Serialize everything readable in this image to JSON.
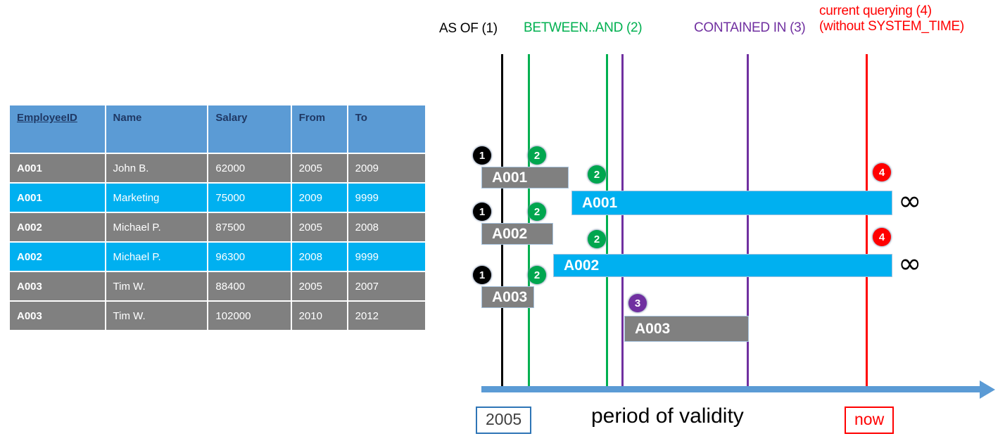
{
  "table": {
    "headers": [
      "EmployeeID",
      "Name",
      "Salary",
      "From",
      "To"
    ],
    "rows": [
      {
        "style": "gray",
        "EmployeeID": "A001",
        "Name": "John  B.",
        "Salary": "62000",
        "From": "2005",
        "To": "2009"
      },
      {
        "style": "cyan",
        "EmployeeID": "A001",
        "Name": "Marketing",
        "Salary": "75000",
        "From": "2009",
        "To": "9999"
      },
      {
        "style": "gray",
        "EmployeeID": "A002",
        "Name": "Michael P.",
        "Salary": "87500",
        "From": "2005",
        "To": "2008"
      },
      {
        "style": "cyan",
        "EmployeeID": "A002",
        "Name": "Michael P.",
        "Salary": "96300",
        "From": "2008",
        "To": "9999"
      },
      {
        "style": "gray",
        "EmployeeID": "A003",
        "Name": "Tim W.",
        "Salary": "88400",
        "From": "2005",
        "To": "2007"
      },
      {
        "style": "gray",
        "EmployeeID": "A003",
        "Name": "Tim W.",
        "Salary": "102000",
        "From": "2010",
        "To": "2012"
      }
    ]
  },
  "diagram": {
    "legend": {
      "as_of": "AS OF (1)",
      "between_and": "BETWEEN..AND (2)",
      "contained_in": "CONTAINED IN (3)",
      "current_line1": "current querying (4)",
      "current_line2": "(without SYSTEM_TIME)"
    },
    "bars": {
      "a001_hist": "A001",
      "a001_cur": "A001",
      "a002_hist": "A002",
      "a002_cur": "A002",
      "a003_hist": "A003",
      "a003_late": "A003"
    },
    "badges": {
      "one": "1",
      "two": "2",
      "three": "3",
      "four": "4"
    },
    "infinity_symbol": "∞",
    "axis": {
      "start_label": "2005",
      "end_label": "now",
      "title": "period of validity"
    },
    "colors": {
      "as_of": "#000000",
      "between_and": "#00B050",
      "contained_in": "#7030A0",
      "current": "#FF0000",
      "historical_bar": "#808080",
      "current_bar": "#00B0F0",
      "axis": "#5B9BD5",
      "table_header": "#5B9BD5"
    }
  }
}
